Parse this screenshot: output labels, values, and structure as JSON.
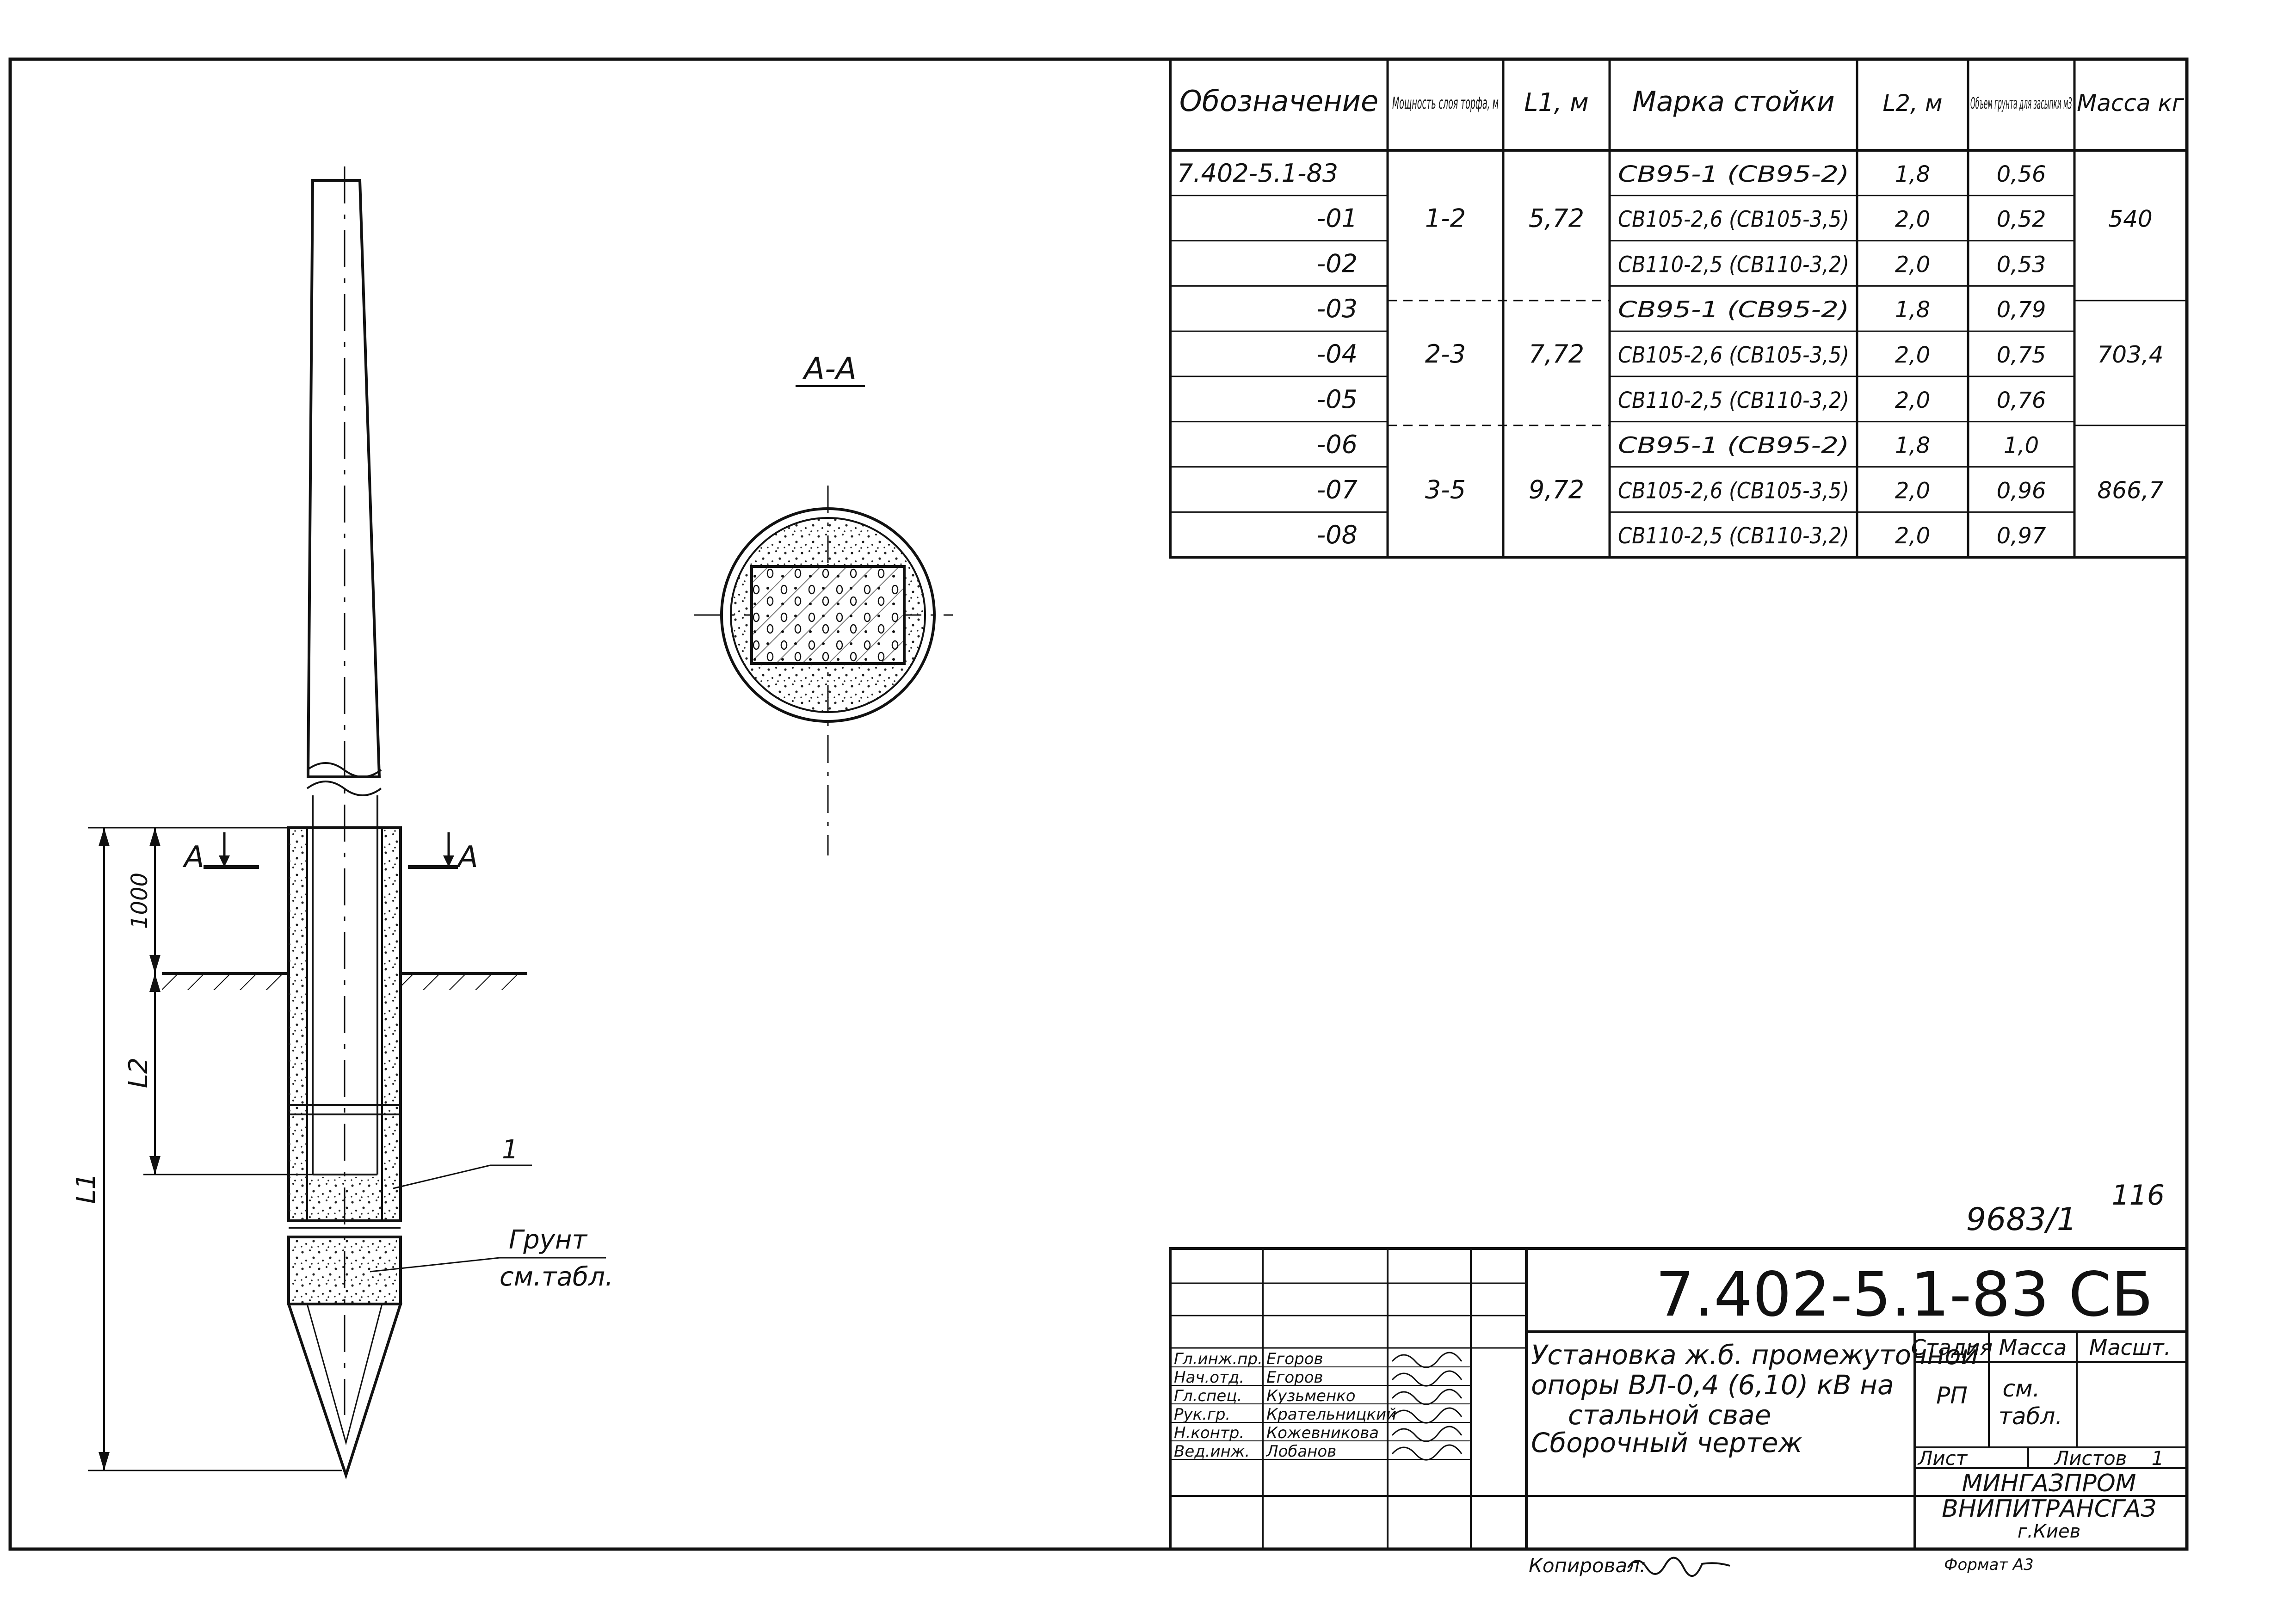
{
  "drawing": {
    "section_label": "А-А",
    "section_mark_left": "А",
    "section_mark_right": "А",
    "dim_top": "1000",
    "dim_l2": "L2",
    "dim_l1": "L1",
    "callout_1": "1",
    "callout_soil_1": "Грунт",
    "callout_soil_2": "см.табл."
  },
  "spec_table": {
    "headers": [
      "Обозначение",
      "Мощность слоя торфа, м",
      "L1, м",
      "Марка стойки",
      "L2, м",
      "Объем грунта для засыпки м3",
      "Масса кг"
    ],
    "rows": [
      [
        "7.402-5.1-83",
        "",
        "",
        "СВ95-1 (СВ95-2)",
        "1,8",
        "0,56",
        ""
      ],
      [
        "-01",
        "1-2",
        "5,72",
        "СВ105-2,6 (СВ105-3,5)",
        "2,0",
        "0,52",
        "540"
      ],
      [
        "-02",
        "",
        "",
        "СВ110-2,5 (СВ110-3,2)",
        "2,0",
        "0,53",
        ""
      ],
      [
        "-03",
        "",
        "",
        "СВ95-1 (СВ95-2)",
        "1,8",
        "0,79",
        ""
      ],
      [
        "-04",
        "2-3",
        "7,72",
        "СВ105-2,6 (СВ105-3,5)",
        "2,0",
        "0,75",
        "703,4"
      ],
      [
        "-05",
        "",
        "",
        "СВ110-2,5 (СВ110-3,2)",
        "2,0",
        "0,76",
        ""
      ],
      [
        "-06",
        "",
        "",
        "СВ95-1 (СВ95-2)",
        "1,8",
        "1,0",
        ""
      ],
      [
        "-07",
        "3-5",
        "9,72",
        "СВ105-2,6 (СВ105-3,5)",
        "2,0",
        "0,96",
        "866,7"
      ],
      [
        "-08",
        "",
        "",
        "СВ110-2,5 (СВ110-3,2)",
        "2,0",
        "0,97",
        ""
      ]
    ]
  },
  "title_block": {
    "archive_no": "9683/1",
    "sheet_mark": "116",
    "doc_code": "7.402-5.1-83 СБ",
    "title_lines": [
      "Установка ж.б. промежуточной",
      "опоры ВЛ-0,4 (6,10) кВ на",
      "стальной свае",
      "Сборочный чертеж"
    ],
    "stage_label": "Стадия",
    "mass_label": "Масса",
    "scale_label": "Масшт.",
    "stage_value": "РП",
    "mass_value_1": "см.",
    "mass_value_2": "табл.",
    "sheet_label": "Лист",
    "sheets_label": "Листов",
    "sheets_value": "1",
    "org_lines": [
      "МИНГАЗПРОМ",
      "ВНИПИТРАНСГАЗ",
      "г.Киев"
    ],
    "signatories": [
      {
        "role": "Гл.инж.пр.",
        "name": "Егоров"
      },
      {
        "role": "Нач.отд.",
        "name": "Егоров"
      },
      {
        "role": "Гл.спец.",
        "name": "Кузьменко"
      },
      {
        "role": "Рук.гр.",
        "name": "Крательницкий"
      },
      {
        "role": "Н.контр.",
        "name": "Кожевникова"
      },
      {
        "role": "Вед.инж.",
        "name": "Лобанов"
      }
    ],
    "copied_by": "Копировал:",
    "format": "Формат А3"
  }
}
